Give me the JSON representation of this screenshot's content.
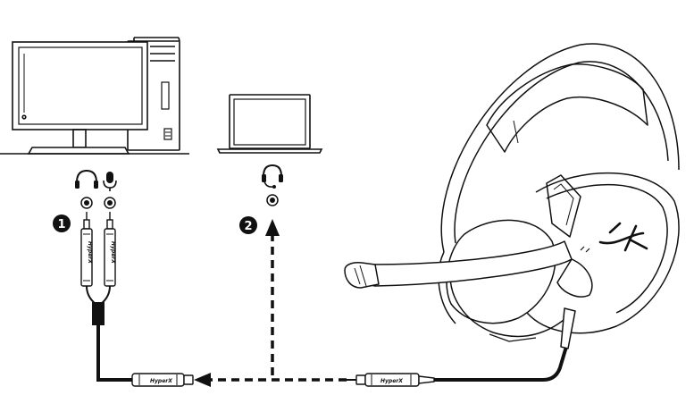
{
  "diagram": {
    "steps": [
      {
        "number": "1"
      },
      {
        "number": "2"
      }
    ],
    "ports": {
      "pc_headphone": "headphone-icon",
      "pc_microphone": "microphone-icon",
      "laptop_headset": "headset-icon"
    },
    "plug_brand_text": "HyperX",
    "colors": {
      "line": "#111111",
      "background": "#ffffff"
    }
  }
}
